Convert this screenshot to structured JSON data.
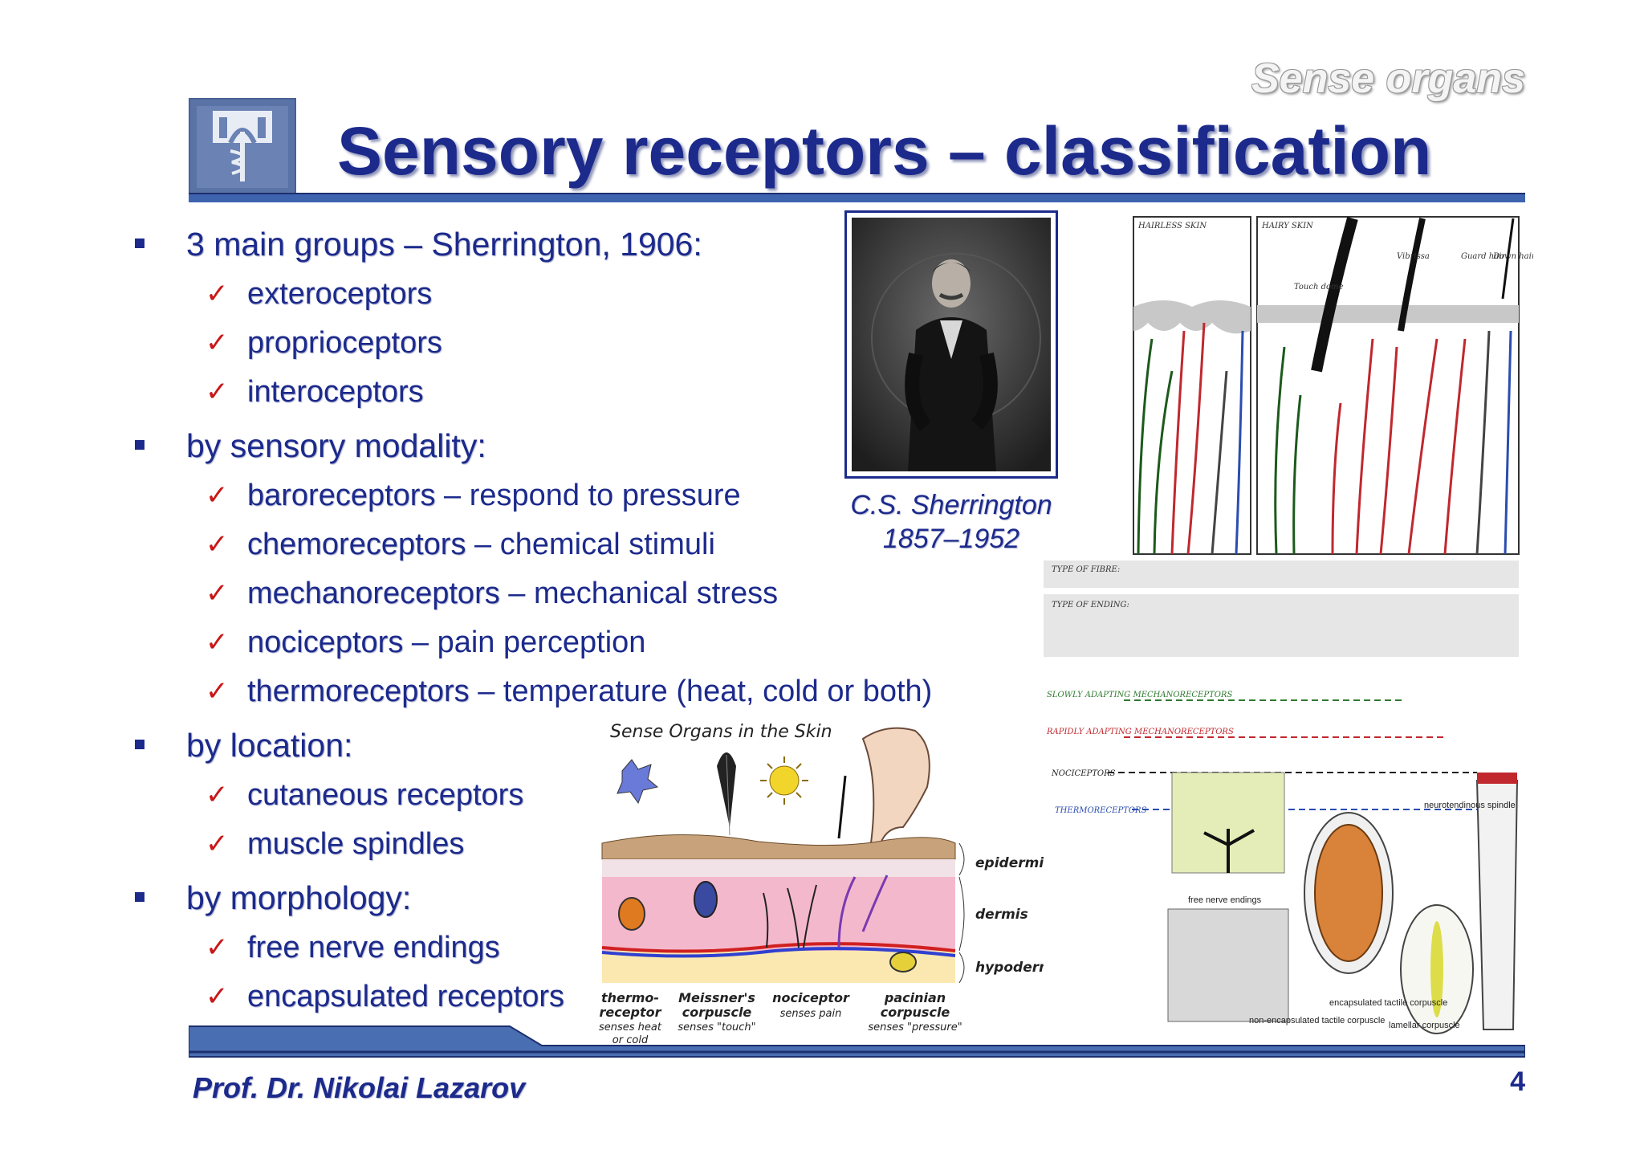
{
  "header": {
    "section_label": "Sense organs",
    "title": "Sensory receptors – classification"
  },
  "bullets": [
    {
      "text": "3 main groups – Sherrington, 1906:",
      "items": [
        {
          "term": "exteroceptors",
          "desc": ""
        },
        {
          "term": "proprioceptors",
          "desc": ""
        },
        {
          "term": "interoceptors",
          "desc": ""
        }
      ]
    },
    {
      "text": "by sensory modality:",
      "items": [
        {
          "term": "baroreceptors",
          "desc": " – respond to pressure"
        },
        {
          "term": "chemoreceptors",
          "desc": " – chemical stimuli"
        },
        {
          "term": "mechanoreceptors",
          "desc": " – mechanical stress"
        },
        {
          "term": "nociceptors",
          "desc": " – pain perception"
        },
        {
          "term": "thermoreceptors",
          "desc": " – temperature (heat, cold or both)"
        }
      ]
    },
    {
      "text": "by location:",
      "items": [
        {
          "term": "cutaneous receptors",
          "desc": ""
        },
        {
          "term": "muscle spindles",
          "desc": ""
        }
      ]
    },
    {
      "text": "by morphology:",
      "items": [
        {
          "term": "free nerve endings",
          "desc": ""
        },
        {
          "term": "encapsulated receptors",
          "desc": ""
        }
      ]
    }
  ],
  "portrait": {
    "caption_name": "C.S. Sherrington",
    "caption_years": "1857–1952"
  },
  "skin_figure": {
    "title": "Sense Organs in the Skin",
    "layers": [
      "epidermis",
      "dermis",
      "hypodermis"
    ],
    "labels": [
      {
        "name": "thermo-",
        "name2": "receptor",
        "sub": "senses heat",
        "sub2": "or cold"
      },
      {
        "name": "Meissner's",
        "name2": "corpuscle",
        "sub": "senses \"touch\"",
        "sub2": ""
      },
      {
        "name": "nociceptor",
        "name2": "",
        "sub": "senses pain",
        "sub2": ""
      },
      {
        "name": "pacinian",
        "name2": "corpuscle",
        "sub": "senses \"pressure\"",
        "sub2": ""
      }
    ]
  },
  "receptor_figure": {
    "panel_left": "HAIRLESS SKIN",
    "panel_right": "HAIRY SKIN",
    "hair_labels": [
      "Vibrissa",
      "Guard hair",
      "Down hair",
      "Touch dome"
    ],
    "row_labels": [
      "TYPE OF FIBRE:",
      "TYPE OF ENDING:"
    ],
    "legend": [
      {
        "label": "SLOWLY ADAPTING MECHANORECEPTORS",
        "color": "#2e7a2e"
      },
      {
        "label": "RAPIDLY ADAPTING MECHANORECEPTORS",
        "color": "#c0282e"
      },
      {
        "label": "NOCICEPTORS",
        "color": "#222222"
      },
      {
        "label": "THERMORECEPTORS",
        "color": "#2a4db0"
      }
    ],
    "histology_labels": [
      "free nerve endings",
      "neurotendinous spindle",
      "encapsulated tactile corpuscle",
      "non-encapsulated tactile corpuscle",
      "lamellar corpuscle"
    ]
  },
  "footer": {
    "author": "Prof. Dr. Nikolai Lazarov",
    "page": "4"
  },
  "colors": {
    "title": "#1c2a8c",
    "rule": "#3e64b0",
    "check": "#c81818"
  }
}
